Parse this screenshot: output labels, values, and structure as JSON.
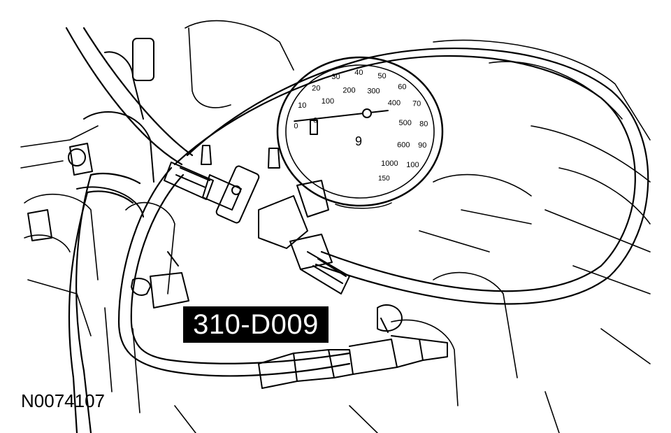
{
  "figure": {
    "tool_label": "310-D009",
    "figure_id": "N0074107"
  },
  "gauge": {
    "outer_scale": [
      "0",
      "10",
      "20",
      "30",
      "40",
      "50",
      "60",
      "70",
      "80",
      "90",
      "100"
    ],
    "inner_scale": [
      "0",
      "100",
      "200",
      "300",
      "400",
      "500",
      "600",
      "1000"
    ],
    "bottom_mark": "150",
    "center_mark": "9",
    "needle_value_fraction": 0.02
  },
  "colors": {
    "ink": "#000000",
    "paper": "#ffffff",
    "label_bg": "#000000",
    "label_fg": "#ffffff"
  }
}
